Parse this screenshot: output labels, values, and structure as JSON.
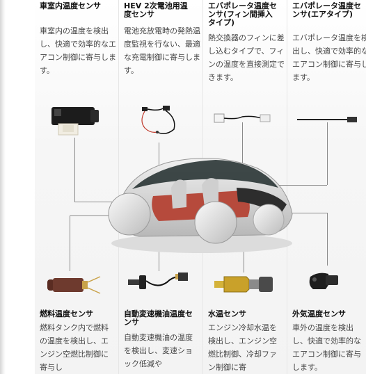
{
  "sensors_top": [
    {
      "title": "車室内温度センサ",
      "desc": "車室内の温度を検出し、快適で効率的なエアコン制御に寄与します。"
    },
    {
      "title": "HEV 2次電池用温度センサ",
      "desc": "電池充放電時の発熱温度監視を行ない、最適な充電制御に寄与します。"
    },
    {
      "title": "エバポレータ温度センサ(フィン間挿入タイプ)",
      "desc": "熱交換器のフィンに差し込むタイプで、フィンの温度を直接測定できます。"
    },
    {
      "title": "エバポレータ温度センサ(エアタイプ)",
      "desc": "エバポレータ温度を検出し、快適で効率的なエアコン制御に寄与します。"
    }
  ],
  "sensors_bottom": [
    {
      "title": "燃料温度センサ",
      "desc": "燃料タンク内で燃料の温度を検出し、エンジン空燃比制御に寄与し"
    },
    {
      "title": "自動変速機油温度センサ",
      "desc": "自動変速機油の温度を検出し、変速ショック低減や"
    },
    {
      "title": "水温センサ",
      "desc": "エンジン冷却水温を検出し、エンジン空燃比制御、冷却ファン制御に寄"
    },
    {
      "title": "外気温度センサ",
      "desc": "車外の温度を検出し、快適で効率的なエアコン制御に寄与します。"
    }
  ],
  "colors": {
    "title": "#111111",
    "text": "#444444",
    "line": "#8a8a8a"
  }
}
